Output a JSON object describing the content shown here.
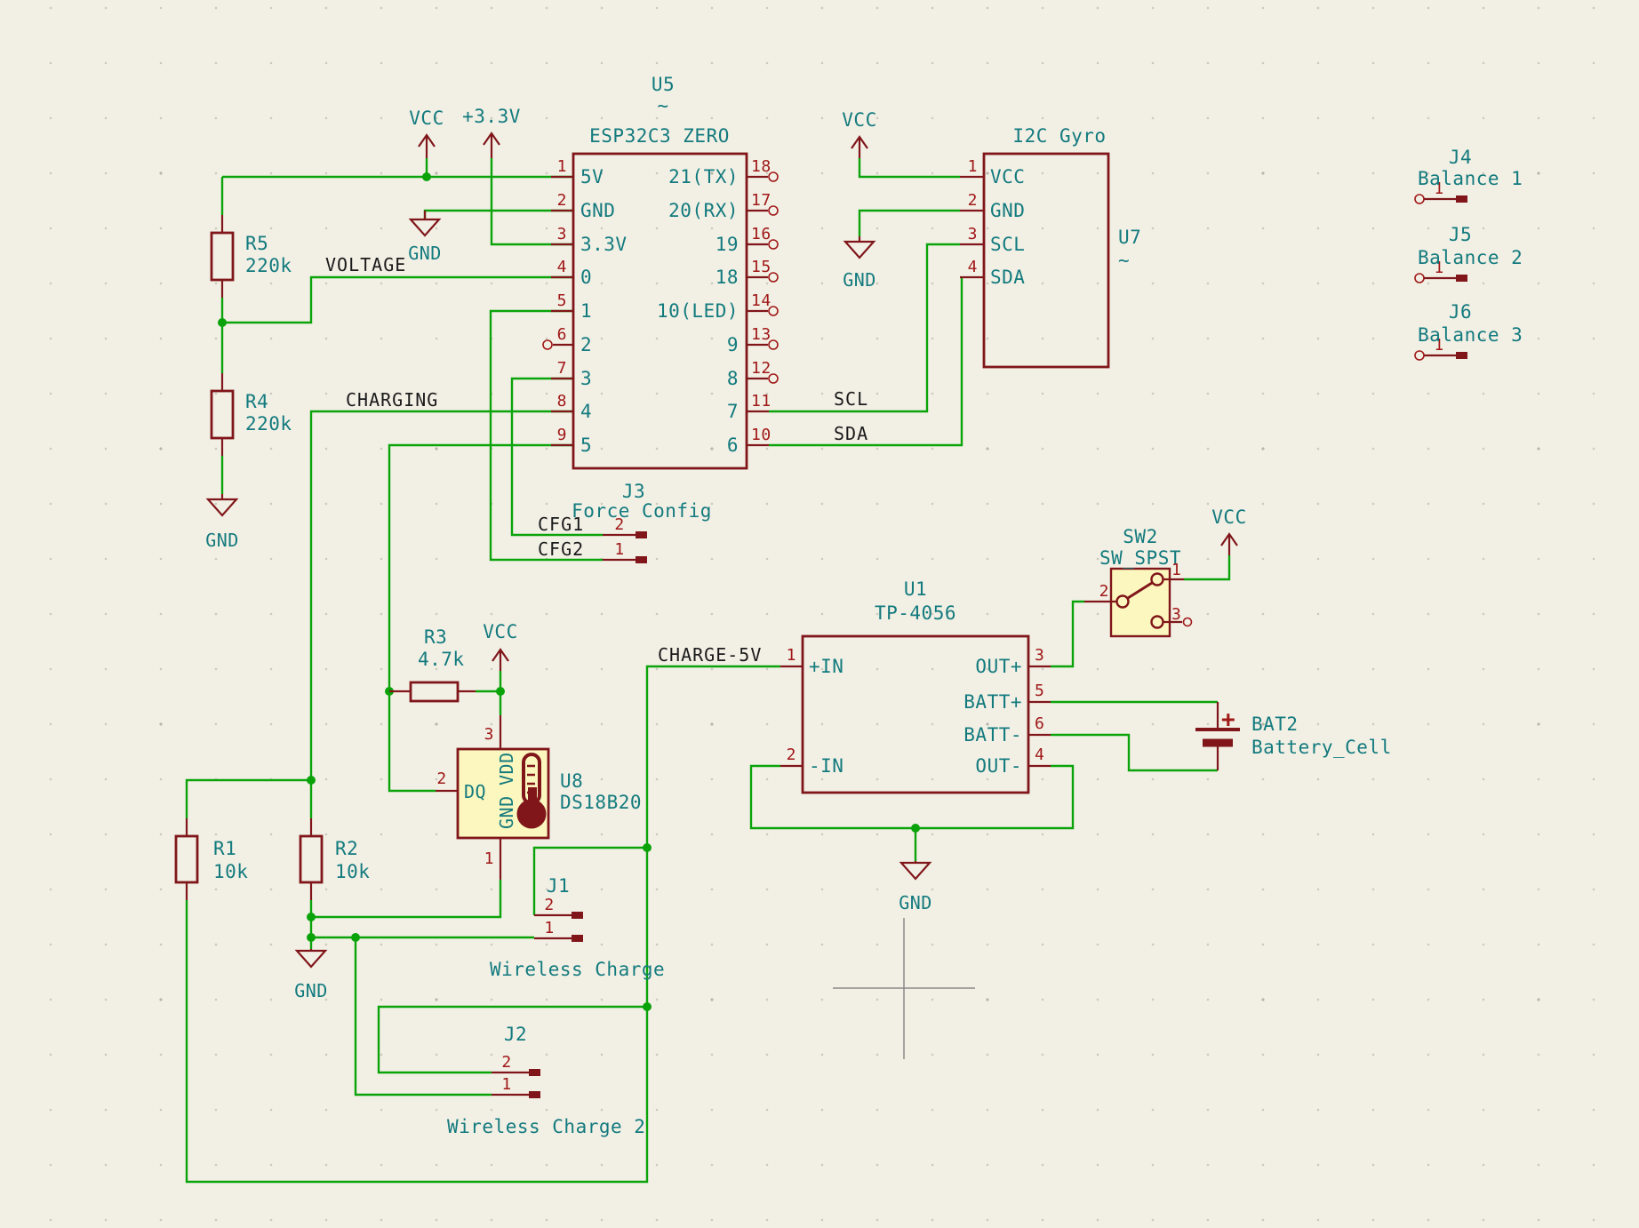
{
  "schematic": {
    "power": {
      "vcc": "VCC",
      "p3v3": "+3.3V",
      "gnd": "GND"
    },
    "net_labels": {
      "voltage": "VOLTAGE",
      "charging": "CHARGING",
      "scl": "SCL",
      "sda": "SDA",
      "cfg1": "CFG1",
      "cfg2": "CFG2",
      "charge_5v": "CHARGE-5V"
    },
    "u5": {
      "ref": "U5",
      "tilde": "~",
      "value": "ESP32C3 ZERO",
      "left_pins": [
        {
          "num": "1",
          "name": "5V"
        },
        {
          "num": "2",
          "name": "GND"
        },
        {
          "num": "3",
          "name": "3.3V"
        },
        {
          "num": "4",
          "name": "0"
        },
        {
          "num": "5",
          "name": "1"
        },
        {
          "num": "6",
          "name": "2"
        },
        {
          "num": "7",
          "name": "3"
        },
        {
          "num": "8",
          "name": "4"
        },
        {
          "num": "9",
          "name": "5"
        }
      ],
      "right_pins": [
        {
          "num": "18",
          "name": "21(TX)"
        },
        {
          "num": "17",
          "name": "20(RX)"
        },
        {
          "num": "16",
          "name": "19"
        },
        {
          "num": "15",
          "name": "18"
        },
        {
          "num": "14",
          "name": "10(LED)"
        },
        {
          "num": "13",
          "name": "9"
        },
        {
          "num": "12",
          "name": "8"
        },
        {
          "num": "11",
          "name": "7"
        },
        {
          "num": "10",
          "name": "6"
        }
      ]
    },
    "u7": {
      "ref": "U7",
      "tilde": "~",
      "value": "I2C Gyro",
      "pins": [
        {
          "num": "1",
          "name": "VCC"
        },
        {
          "num": "2",
          "name": "GND"
        },
        {
          "num": "3",
          "name": "SCL"
        },
        {
          "num": "4",
          "name": "SDA"
        }
      ]
    },
    "u1": {
      "ref": "U1",
      "value": "TP-4056",
      "left_pins": [
        {
          "num": "1",
          "name": "+IN"
        },
        {
          "num": "2",
          "name": "-IN"
        }
      ],
      "right_pins": [
        {
          "num": "3",
          "name": "OUT+"
        },
        {
          "num": "5",
          "name": "BATT+"
        },
        {
          "num": "6",
          "name": "BATT-"
        },
        {
          "num": "4",
          "name": "OUT-"
        }
      ]
    },
    "u8": {
      "ref": "U8",
      "value": "DS18B20",
      "pins": {
        "dq": {
          "num": "2",
          "name": "DQ"
        },
        "vdd": {
          "num": "3",
          "name": "VDD"
        },
        "gnd": {
          "num": "1",
          "name": "GND"
        }
      }
    },
    "sw2": {
      "ref": "SW2",
      "value": "SW_SPST",
      "pins": {
        "p1": "1",
        "p2": "2",
        "p3": "3"
      }
    },
    "bat2": {
      "ref": "BAT2",
      "value": "Battery_Cell",
      "plus": "+"
    },
    "resistors": {
      "r1": {
        "ref": "R1",
        "value": "10k"
      },
      "r2": {
        "ref": "R2",
        "value": "10k"
      },
      "r3": {
        "ref": "R3",
        "value": "4.7k"
      },
      "r4": {
        "ref": "R4",
        "value": "220k"
      },
      "r5": {
        "ref": "R5",
        "value": "220k"
      }
    },
    "connectors": {
      "j1": {
        "ref": "J1",
        "value": "Wireless Charge",
        "p1": "1",
        "p2": "2"
      },
      "j2": {
        "ref": "J2",
        "value": "Wireless Charge 2",
        "p1": "1",
        "p2": "2"
      },
      "j3": {
        "ref": "J3",
        "value": "Force Config",
        "p1": "1",
        "p2": "2"
      },
      "j4": {
        "ref": "J4",
        "value": "Balance 1",
        "p1": "1"
      },
      "j5": {
        "ref": "J5",
        "value": "Balance 2",
        "p1": "1"
      },
      "j6": {
        "ref": "J6",
        "value": "Balance 3",
        "p1": "1"
      }
    },
    "colors": {
      "wire_green": "#0AA30A",
      "symbol_maroon": "#80161A",
      "pin_number_red": "#A01818",
      "text_teal": "#137A7E",
      "net_label_black": "#1a1a1a",
      "symbol_fill_yellow": "#FCF7BE",
      "background": "#F2F0E5"
    }
  }
}
